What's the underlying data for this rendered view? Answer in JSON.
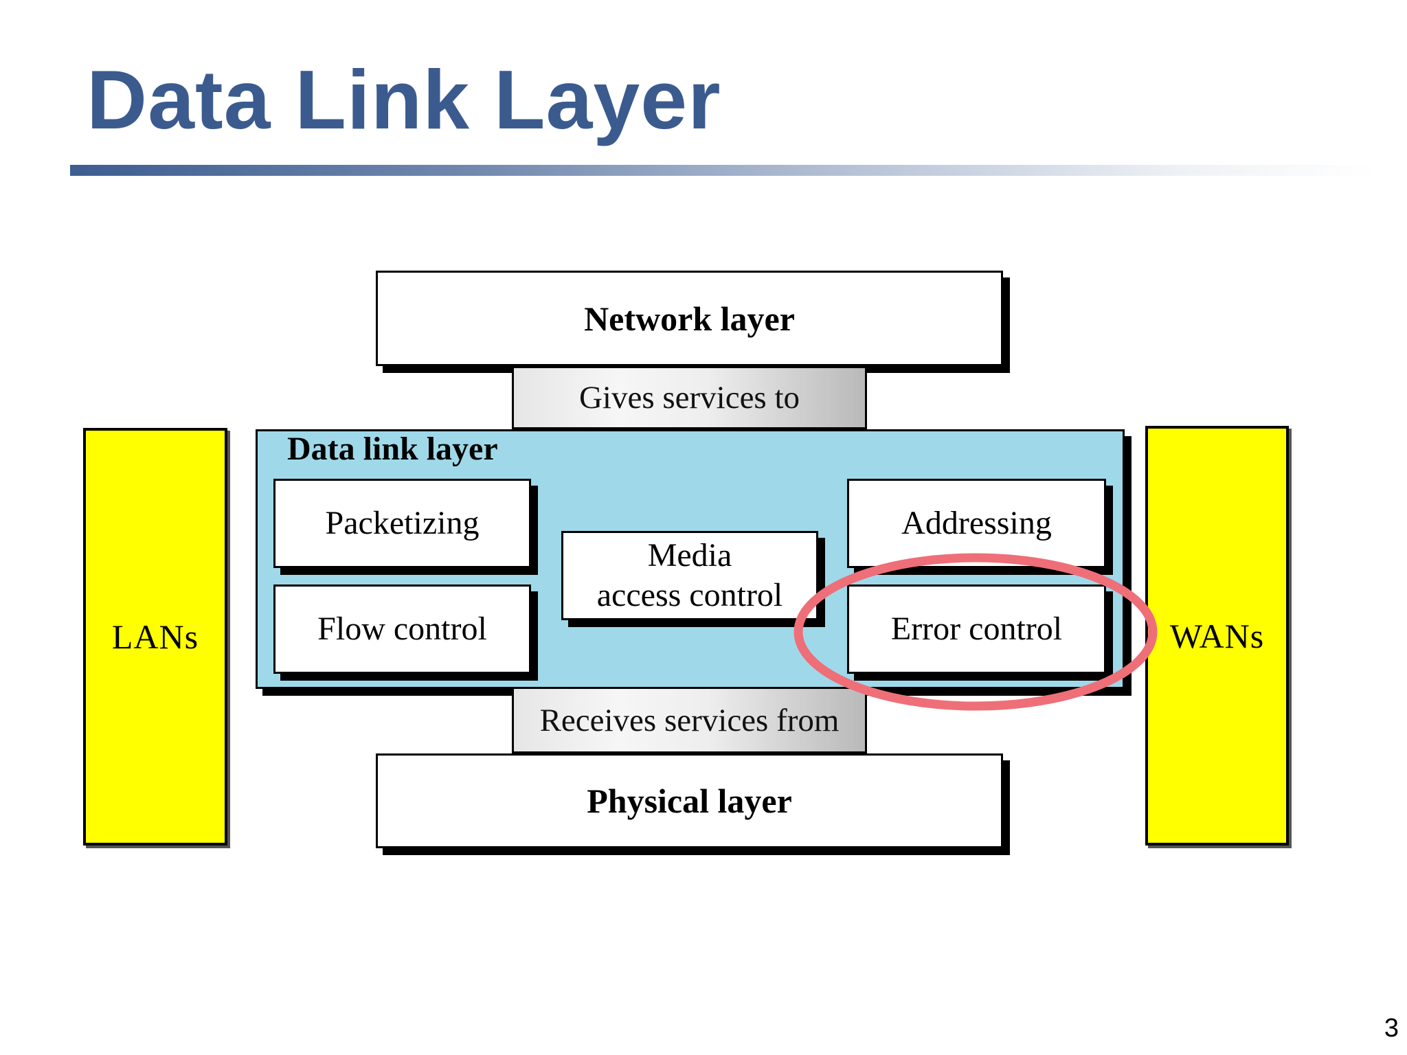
{
  "slide": {
    "title": "Data Link Layer",
    "number": "3"
  },
  "diagram": {
    "network_layer": "Network layer",
    "gives_services_to": "Gives services to",
    "data_link_layer": "Data link layer",
    "functions": {
      "packetizing": "Packetizing",
      "flow_control": "Flow control",
      "media_access_line1": "Media",
      "media_access_line2": "access control",
      "addressing": "Addressing",
      "error_control": "Error control"
    },
    "receives_services_from": "Receives services from",
    "physical_layer": "Physical layer",
    "lans": "LANs",
    "wans": "WANs",
    "colors": {
      "title": "#3b5b8f",
      "data_link_fill": "#9fd9e9",
      "side_fill": "#ffff00",
      "highlight_ring": "#ee6f78"
    },
    "highlighted_function": "error_control"
  }
}
